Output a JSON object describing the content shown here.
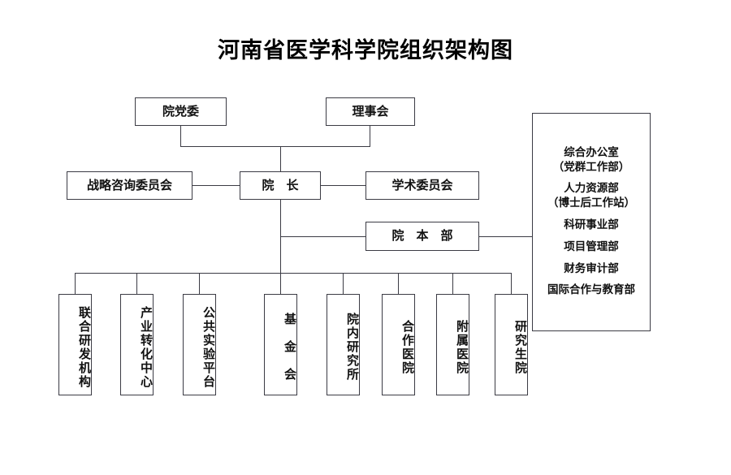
{
  "title": "河南省医学科学院组织架构图",
  "nodes": {
    "party_committee": {
      "label": "院党委"
    },
    "board": {
      "label": "理事会"
    },
    "strategy_committee": {
      "label": "战略咨询委员会"
    },
    "president": {
      "label": "院　长"
    },
    "academic_committee": {
      "label": "学术委员会"
    },
    "headquarters": {
      "label": "院　本　部"
    }
  },
  "branches": [
    {
      "label": "联合研发机构"
    },
    {
      "label": "产业转化中心"
    },
    {
      "label": "公共实验平台"
    },
    {
      "label": "基　金　会"
    },
    {
      "label": "院内研究所"
    },
    {
      "label": "合作医院"
    },
    {
      "label": "附属医院"
    },
    {
      "label": "研究生院"
    }
  ],
  "departments": [
    {
      "main": "综合办公室",
      "sub": "（党群工作部）"
    },
    {
      "main": "人力资源部",
      "sub": "（博士后工作站）"
    },
    {
      "main": "科研事业部",
      "sub": ""
    },
    {
      "main": "项目管理部",
      "sub": ""
    },
    {
      "main": "财务审计部",
      "sub": ""
    },
    {
      "main": "国际合作与教育部",
      "sub": ""
    }
  ],
  "colors": {
    "line": "#3b3b44",
    "text": "#111111",
    "background": "#ffffff"
  }
}
